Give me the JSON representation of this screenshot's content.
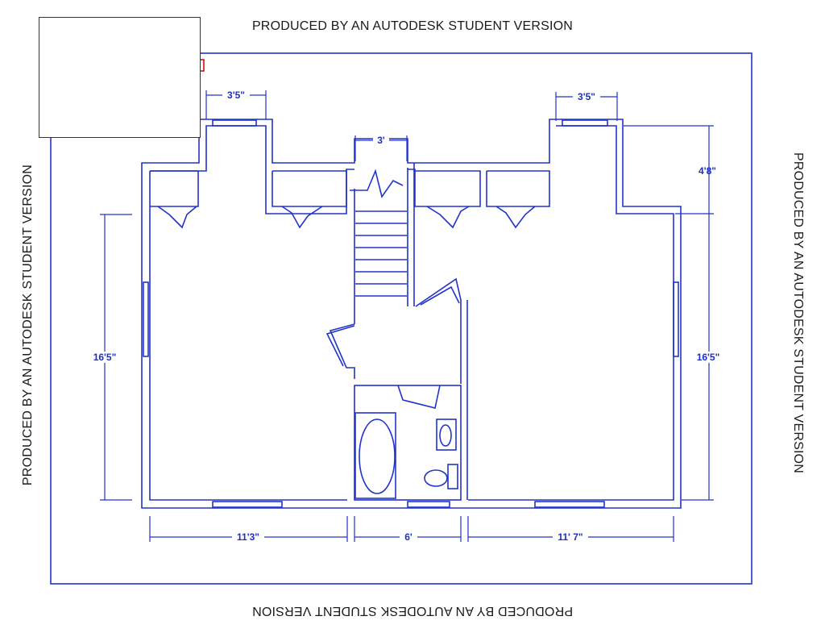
{
  "watermark": {
    "top": "PRODUCED BY AN AUTODESK STUDENT VERSION",
    "bottom": "PRODUCED BY AN AUTODESK STUDENT VERSION",
    "left": "PRODUCED BY AN AUTODESK STUDENT VERSION",
    "right": "PRODUCED BY AN AUTODESK STUDENT VERSION"
  },
  "dimensions": {
    "left_window": "3'5\"",
    "right_window": "3'5\"",
    "stair_width": "3'",
    "right_height_upper": "4'8\"",
    "left_height": "16'5\"",
    "right_height": "16'5\"",
    "left_room_width": "11'3\"",
    "bath_width": "6'",
    "right_room_width": "11' 7\""
  },
  "colors": {
    "line": "#2233cc",
    "text": "#1f2fbf"
  }
}
